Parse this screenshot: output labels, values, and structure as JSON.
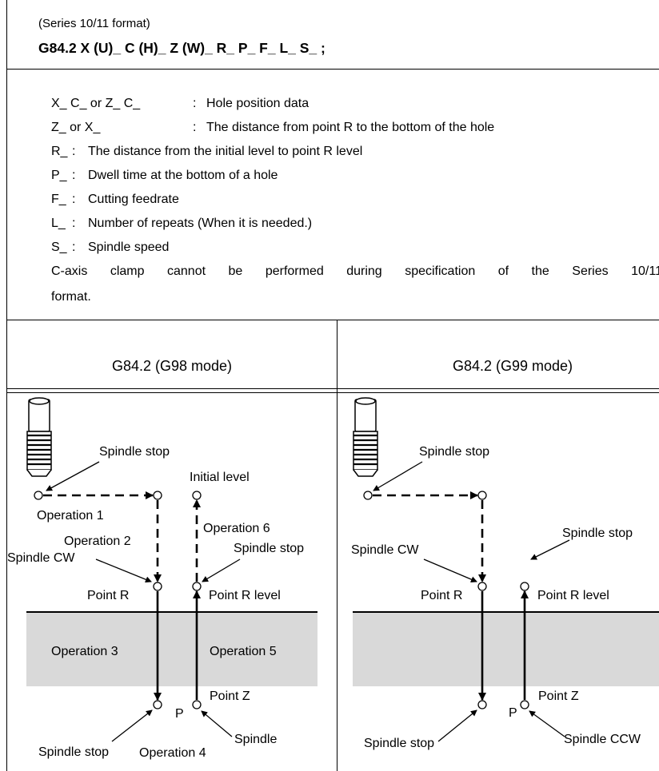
{
  "header": {
    "format_note": "(Series 10/11 format)",
    "command": "G84.2 X (U)_ C (H)_ Z (W)_ R_ P_ F_ L_ S_ ;"
  },
  "params": [
    {
      "key": "X_ C_ or Z_ C_",
      "sep": ":",
      "desc": "Hole position data"
    },
    {
      "key": "Z_ or X_",
      "sep": ":",
      "desc": "The distance from point R to the bottom of the hole"
    },
    {
      "key": "R_",
      "sep": ":",
      "desc": "The distance from the initial level to point R level"
    },
    {
      "key": "P_",
      "sep": ":",
      "desc": "Dwell time at the bottom of a hole"
    },
    {
      "key": "F_",
      "sep": ":",
      "desc": "Cutting feedrate"
    },
    {
      "key": "L_",
      "sep": ":",
      "desc": "Number of repeats (When it is needed.)"
    },
    {
      "key": "S_",
      "sep": ":",
      "desc": "Spindle speed"
    }
  ],
  "note": {
    "line1_words": [
      "C-axis",
      "clamp",
      "cannot",
      "be",
      "performed",
      "during",
      "specification",
      "of",
      "the",
      "Series",
      "10/11"
    ],
    "line2": "format."
  },
  "columns": {
    "left_title": "G84.2 (G98 mode)",
    "right_title": "G84.2 (G99 mode)"
  },
  "left_diagram": {
    "spindle_stop_top": "Spindle stop",
    "initial_level": "Initial level",
    "operation_1": "Operation 1",
    "operation_2": "Operation 2",
    "operation_6": "Operation 6",
    "spindle_stop_r": "Spindle stop",
    "spindle_cw": "Spindle CW",
    "point_r": "Point R",
    "point_r_level": "Point R level",
    "operation_3": "Operation 3",
    "operation_5": "Operation 5",
    "point_z": "Point Z",
    "p": "P",
    "spindle_stop_bottom": "Spindle stop",
    "operation_4": "Operation 4",
    "spindle_bottom": "Spindle"
  },
  "right_diagram": {
    "spindle_stop_top": "Spindle stop",
    "spindle_stop_r": "Spindle stop",
    "spindle_cw": "Spindle CW",
    "point_r": "Point R",
    "point_r_level": "Point R level",
    "point_z": "Point Z",
    "p": "P",
    "spindle_stop_bottom": "Spindle stop",
    "spindle_ccw": "Spindle CCW"
  },
  "colors": {
    "workpiece": "#d9d9d9",
    "ink": "#000000"
  }
}
